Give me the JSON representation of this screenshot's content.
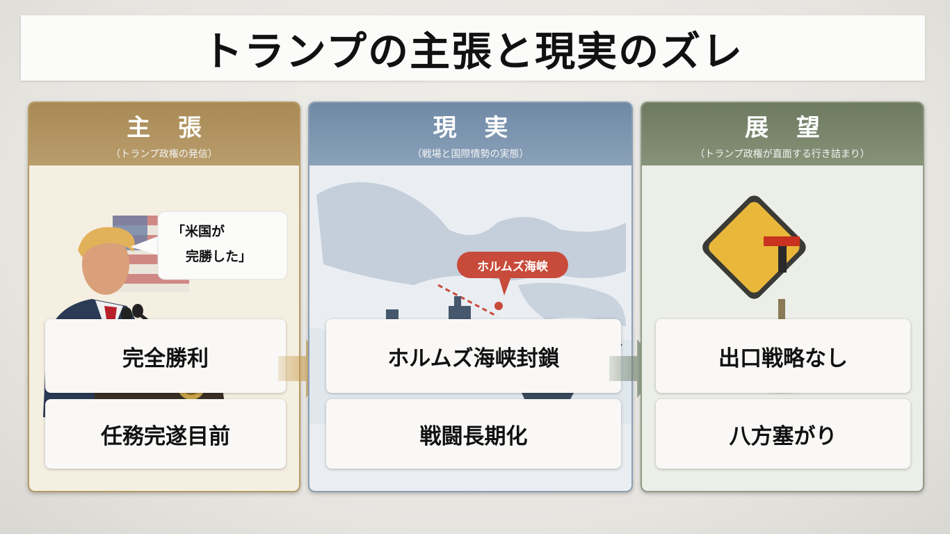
{
  "title": "トランプの主張と現実のズレ",
  "panels": [
    {
      "heading": "主 張",
      "subheading": "（トランプ政権の発信）",
      "bubble_line1": "「米国が",
      "bubble_line2": "完勝した」",
      "cards": [
        "完全勝利",
        "任務完遂目前"
      ]
    },
    {
      "heading": "現 実",
      "subheading": "（戦場と国際情勢の実態）",
      "map_label": "ホルムズ海峡",
      "cards": [
        "ホルムズ海峡封鎖",
        "戦闘長期化"
      ]
    },
    {
      "heading": "展 望",
      "subheading": "（トランプ政権が直面する行き詰まり）",
      "cards": [
        "出口戦略なし",
        "八方塞がり"
      ]
    }
  ],
  "colors": {
    "claim": "#b79a66",
    "reality": "#8ca0b6",
    "outlook": "#8f9a84",
    "arrow1": "#c79a48",
    "arrow2": "#6b7f68",
    "sign_yellow": "#e9b83a",
    "sign_red": "#c8321e",
    "map_badge": "#c84a3a"
  },
  "icons": [
    "speaker-at-podium-illustration",
    "us-flag-icon",
    "strait-map-illustration",
    "tanker-ship-icon",
    "no-entry-icon",
    "t-junction-road-sign-icon"
  ]
}
